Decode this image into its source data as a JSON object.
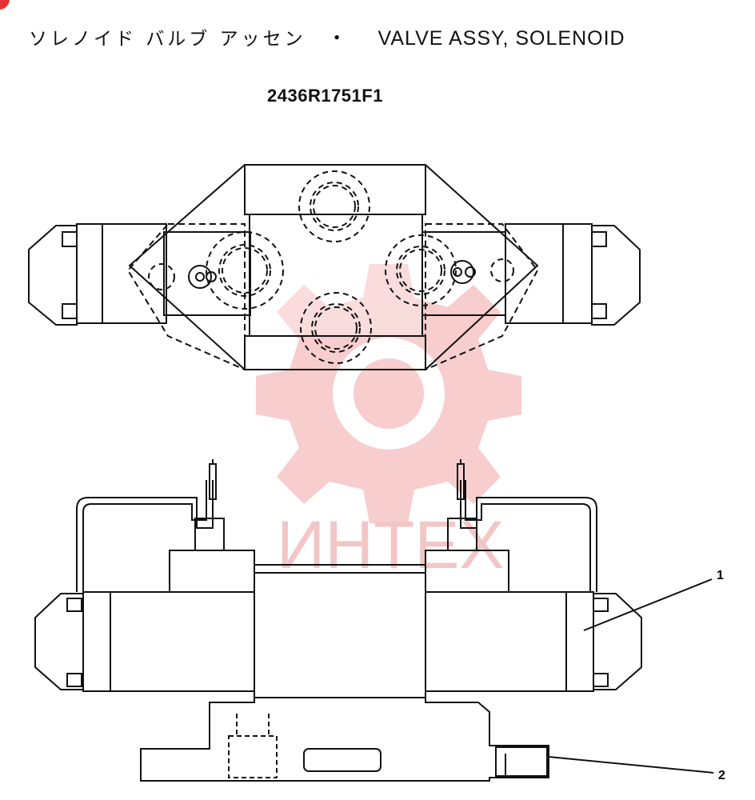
{
  "header": {
    "title_jp": "ソレノイド バルブ アッセン",
    "separator": "・",
    "title_en": "VALVE ASSY, SOLENOID",
    "part_number": "2436R1751F1"
  },
  "callouts": [
    {
      "label": "1"
    },
    {
      "label": "2"
    }
  ],
  "watermark": {
    "text": "ИНТЕХ",
    "color": "#f4b3b3"
  }
}
